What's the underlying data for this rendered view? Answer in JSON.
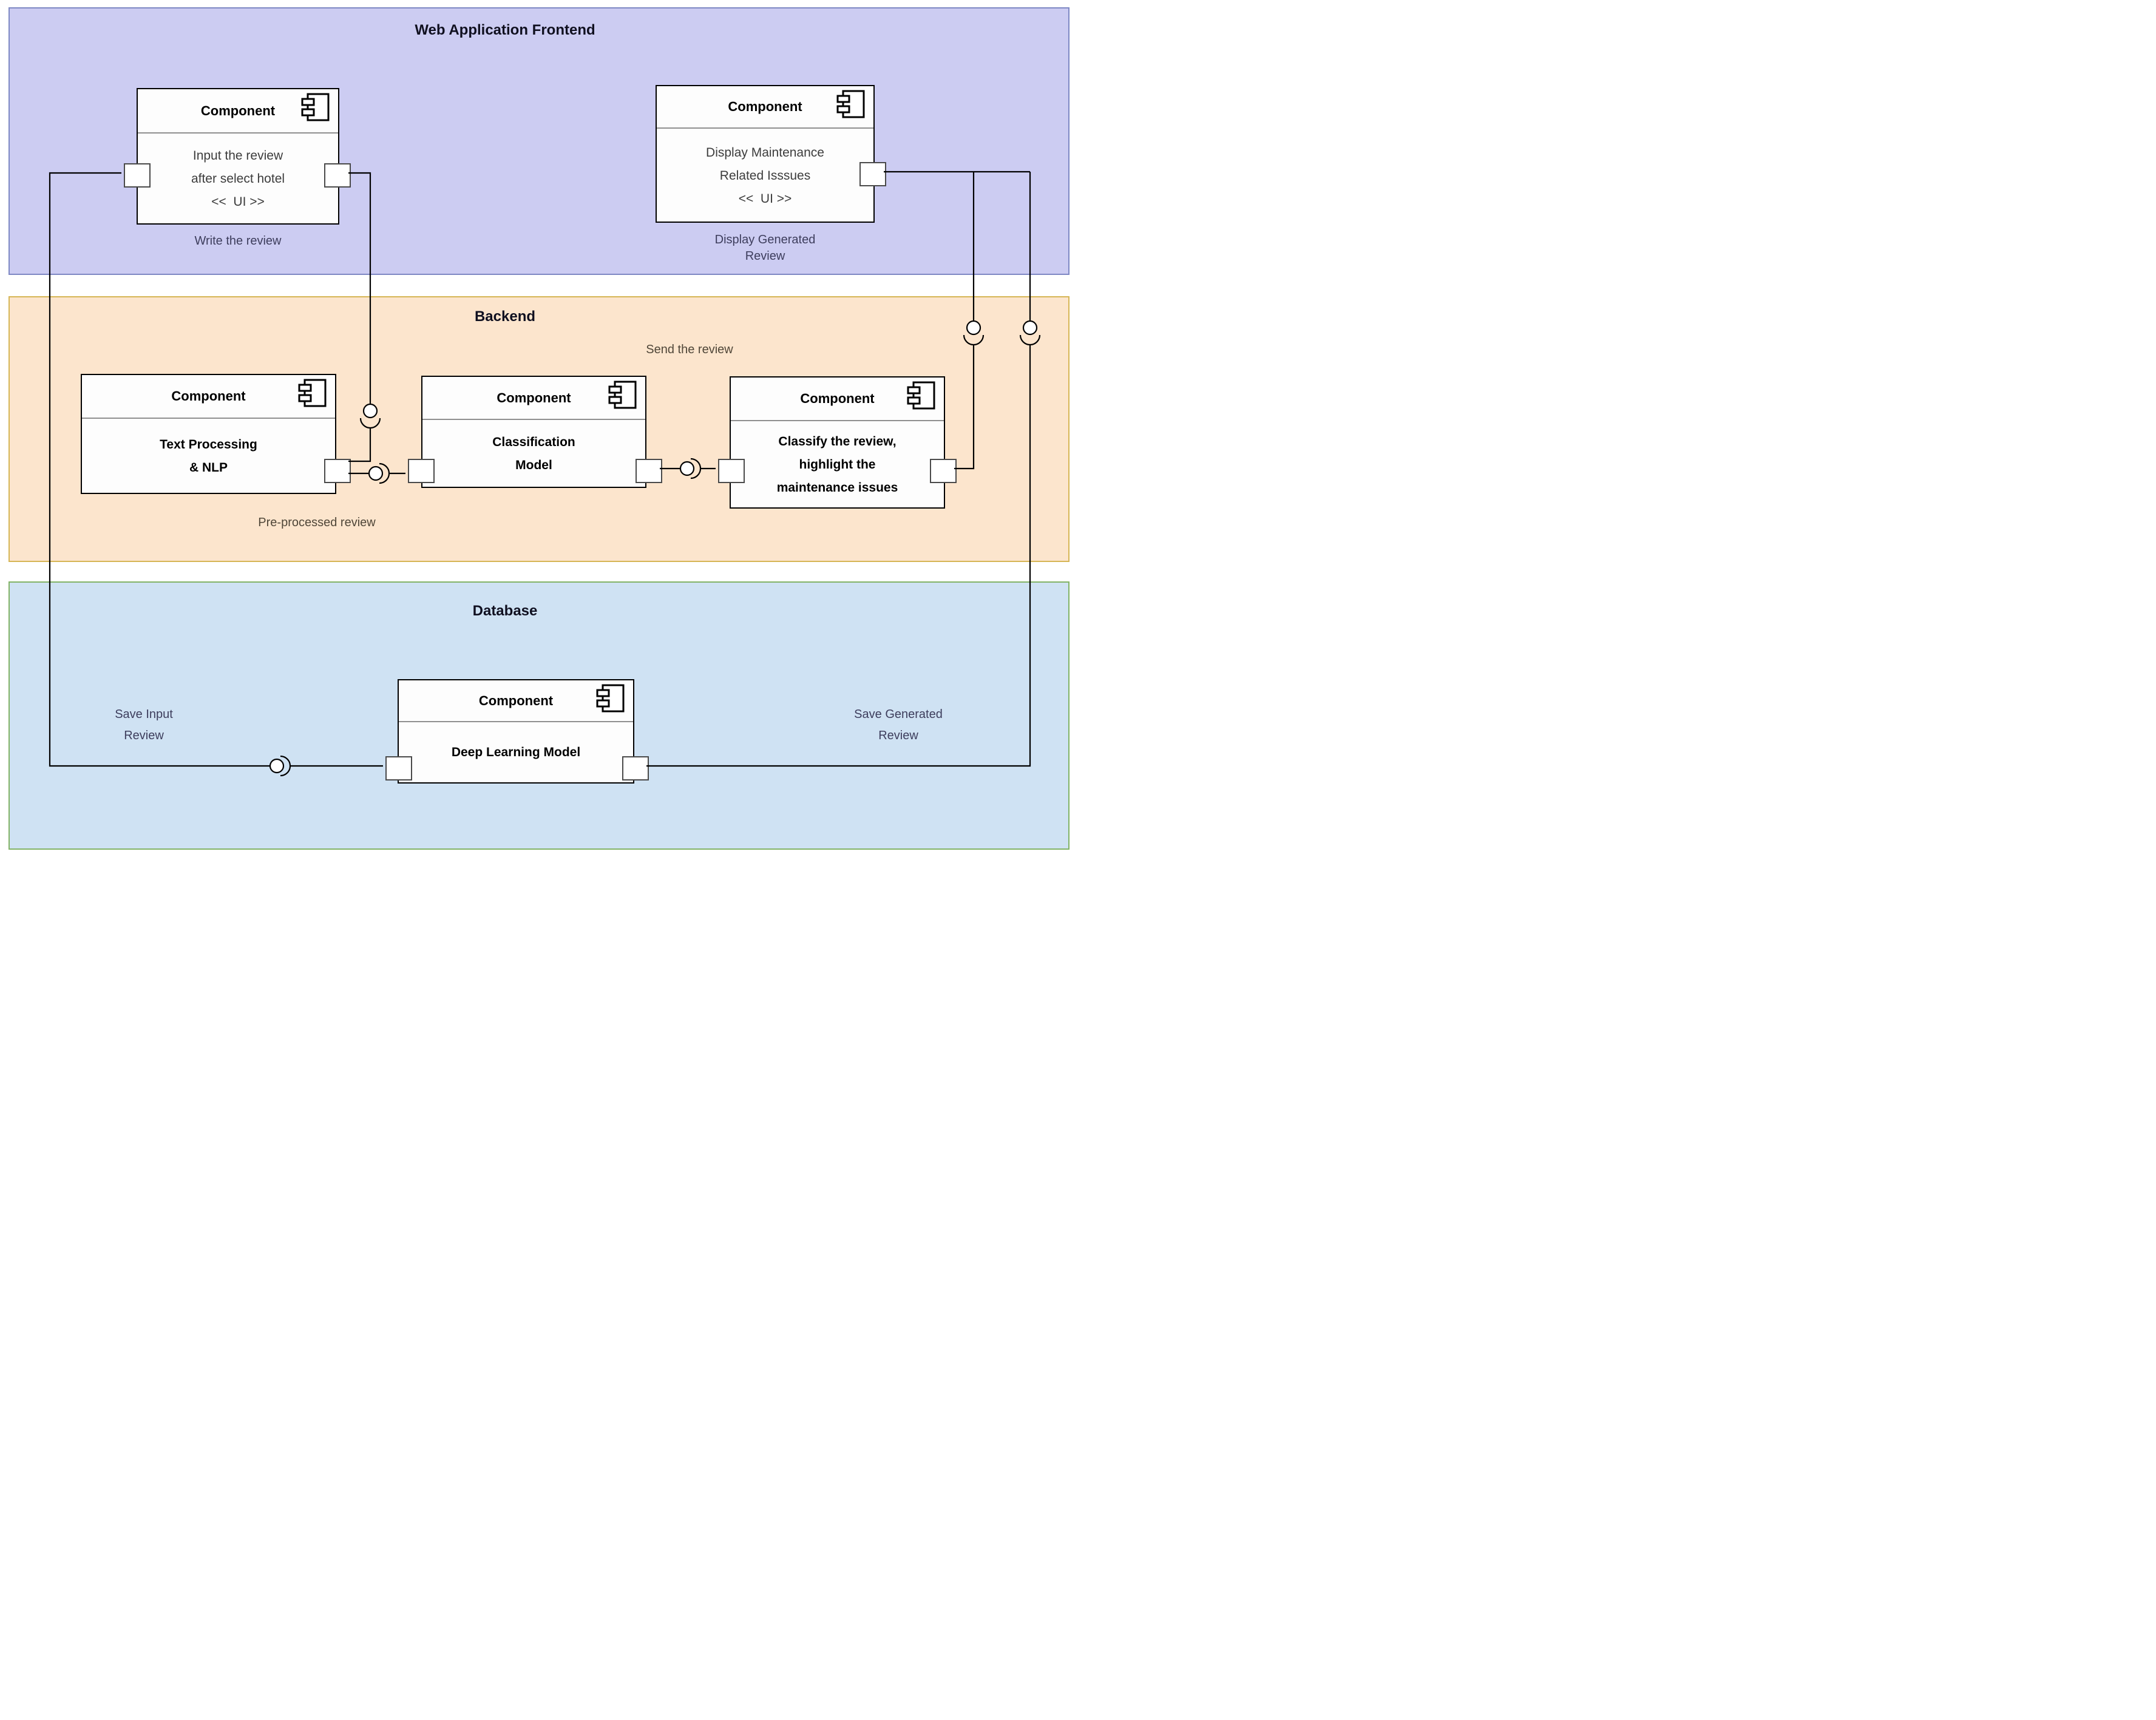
{
  "bands": {
    "frontend": {
      "title": "Web Application Frontend"
    },
    "backend": {
      "title": "Backend"
    },
    "database": {
      "title": "Database"
    }
  },
  "component_header": "Component",
  "components": {
    "input_review": {
      "line1": "Input the review",
      "line2": "after select hotel",
      "stereotype": "<<  UI >>",
      "caption": "Write the review"
    },
    "display_issues": {
      "line1": "Display Maintenance",
      "line2": "Related Isssues",
      "stereotype": "<<  UI >>",
      "caption_line1": "Display Generated",
      "caption_line2": "Review"
    },
    "text_processing": {
      "line1": "Text Processing",
      "line2": "& NLP"
    },
    "classification_model": {
      "line1": "Classification",
      "line2": "Model"
    },
    "classify_review": {
      "line1": "Classify the review,",
      "line2": "highlight the",
      "line3": "maintenance issues"
    },
    "deep_learning": {
      "line1": "Deep Learning Model"
    }
  },
  "labels": {
    "send_review": "Send the review",
    "preprocessed_review": "Pre-processed review",
    "save_input_line1": "Save Input",
    "save_input_line2": "Review",
    "save_generated_line1": "Save Generated",
    "save_generated_line2": "Review"
  },
  "colors": {
    "frontend_fill": "#ccccf2",
    "frontend_border": "#7e88c4",
    "backend_fill": "#fce5cd",
    "backend_border": "#d6b656",
    "database_fill": "#cfe2f3",
    "database_border": "#82b366",
    "box_fill": "#fdfdfd",
    "box_border": "#000000",
    "port_border": "#4a4a4a",
    "wire": "#000000",
    "caption_text": "#3d3d5c",
    "backend_label_text": "#4f4638",
    "title_text": "#101020"
  }
}
